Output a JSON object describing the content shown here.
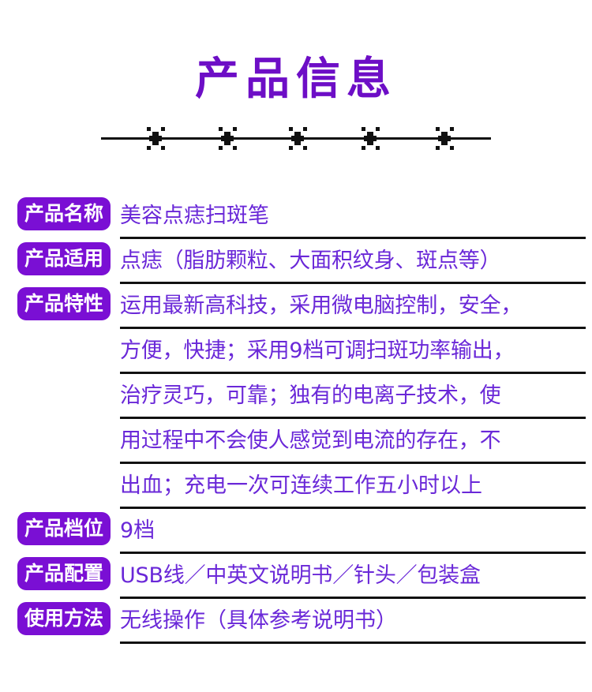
{
  "header": {
    "title": "产品信息",
    "divider": {
      "ornament_count": 5,
      "ornament_name": "star-dot-ornament"
    }
  },
  "colors": {
    "title_purple": "#6d0ec6",
    "badge_purple": "#7a0fd4",
    "body_purple": "#6a28d8",
    "rule_black": "#111111",
    "background": "#ffffff"
  },
  "spec_rows": [
    {
      "label": "产品名称",
      "lines": [
        "美容点痣扫斑笔"
      ]
    },
    {
      "label": "产品适用",
      "lines": [
        "点痣（脂肪颗粒、大面积纹身、斑点等）"
      ]
    },
    {
      "label": "产品特性",
      "lines": [
        "运用最新高科技，采用微电脑控制，安全，",
        "方便，快捷；采用9档可调扫斑功率输出，",
        "治疗灵巧，可靠；独有的电离子技术，使",
        "用过程中不会使人感觉到电流的存在，不",
        "出血；充电一次可连续工作五小时以上"
      ]
    },
    {
      "label": "产品档位",
      "lines": [
        "9档"
      ]
    },
    {
      "label": "产品配置",
      "lines": [
        "USB线／中英文说明书／针头／包装盒"
      ]
    },
    {
      "label": "使用方法",
      "lines": [
        "无线操作（具体参考说明书）"
      ]
    }
  ]
}
